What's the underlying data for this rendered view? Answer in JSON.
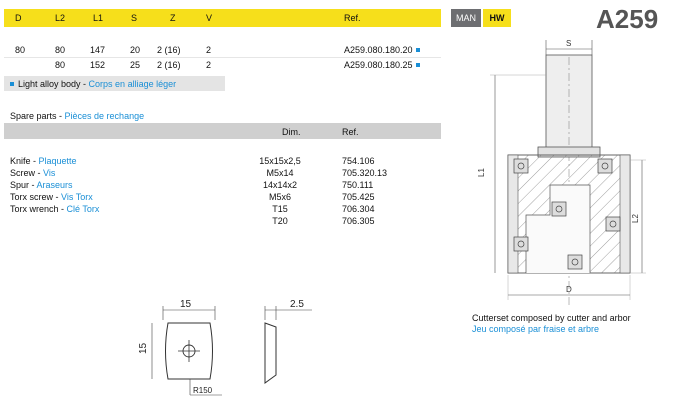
{
  "header": {
    "cols": [
      "D",
      "L2",
      "L1",
      "S",
      "Z",
      "V",
      "Ref."
    ],
    "badges": {
      "man": "MAN",
      "hw": "HW"
    },
    "code": "A259"
  },
  "rows": [
    {
      "D": "80",
      "L2": "80",
      "L1": "147",
      "S": "20",
      "Z": "2 (16)",
      "V": "2",
      "ref": "A259.080.180.20"
    },
    {
      "D": "",
      "L2": "80",
      "L1": "152",
      "S": "25",
      "Z": "2 (16)",
      "V": "2",
      "ref": "A259.080.180.25"
    }
  ],
  "note": {
    "en": "Light alloy body",
    "sep": " - ",
    "fr": "Corps en alliage léger"
  },
  "spare": {
    "title_en": "Spare parts",
    "sep": " - ",
    "title_fr": "Pièces de rechange",
    "head_dim": "Dim.",
    "head_ref": "Ref.",
    "items": [
      {
        "en": "Knife",
        "fr": "Plaquette",
        "dim": "15x15x2,5",
        "ref": "754.106"
      },
      {
        "en": "Screw",
        "fr": "Vis",
        "dim": "M5x14",
        "ref": "705.320.13"
      },
      {
        "en": "Spur",
        "fr": "Araseurs",
        "dim": "14x14x2",
        "ref": "750.111"
      },
      {
        "en": "Torx screw",
        "fr": "Vis Torx",
        "dim": "M5x6",
        "ref": "705.425"
      },
      {
        "en": "Torx wrench",
        "fr": "Clé Torx",
        "dim": "T15",
        "ref": "706.304"
      },
      {
        "en": "",
        "fr": "",
        "dim": "T20",
        "ref": "706.305"
      }
    ]
  },
  "drawing": {
    "s": "S",
    "l1": "L1",
    "l2": "L2",
    "d": "D"
  },
  "knife": {
    "w": "15",
    "h": "15",
    "t": "2.5",
    "r": "R150"
  },
  "caption": {
    "en": "Cutterset composed by cutter and arbor",
    "fr": "Jeu composé par fraise et arbre"
  },
  "colors": {
    "yellow": "#f6df1b",
    "grey": "#cfcfcf",
    "blue": "#1a8fd6",
    "man": "#6d6e71",
    "hw": "#f6df1b"
  }
}
